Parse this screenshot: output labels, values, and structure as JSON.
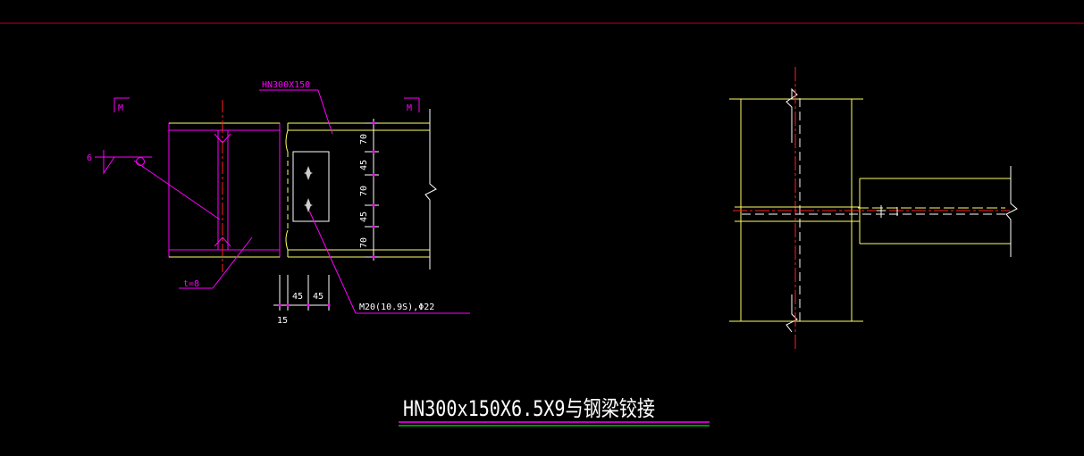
{
  "colors": {
    "background": "#000000",
    "yellow": "#ffff66",
    "magenta": "#ff00ff",
    "white": "#ffffff",
    "red": "#ff2020",
    "border_line": "#c0001c",
    "title_underline_top": "#ff00ff",
    "title_underline_bottom": "#00c000"
  },
  "left_detail": {
    "beam_callout": "HN300X150",
    "section_mark_left": "M",
    "section_mark_right": "M",
    "weld_size": "6",
    "plate_thickness": "t=8",
    "bolt_callout": "M20(10.9S),Φ22",
    "vertical_dims": [
      "70",
      "45",
      "70",
      "45",
      "70"
    ],
    "horizontal_dims": [
      "45",
      "45"
    ],
    "edge_dim": "15"
  },
  "title": "HN300x150X6.5X9与钢梁铰接"
}
